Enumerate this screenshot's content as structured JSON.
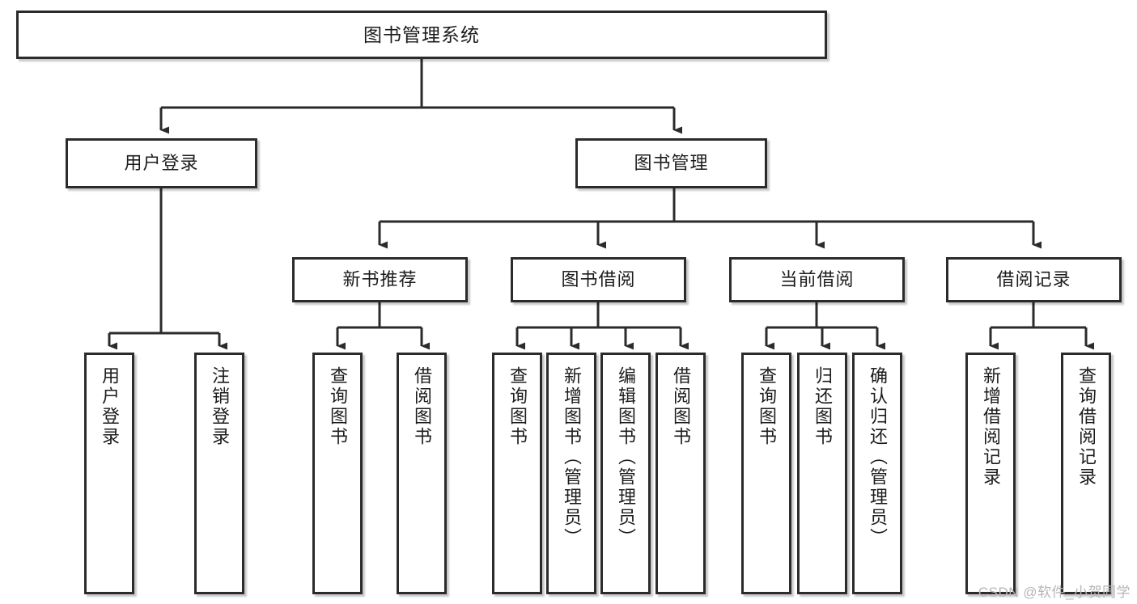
{
  "diagram": {
    "title": "图书管理系统",
    "type": "tree-hierarchy-diagram",
    "colors": {
      "box_border": "#2b2b2b",
      "box_fill": "#ffffff",
      "edge": "#2b2b2b",
      "text": "#1c1c1c",
      "watermark": "#b6b6b6",
      "background": "#ffffff"
    },
    "nodes": {
      "root": {
        "label": "图书管理系统"
      },
      "level2": [
        {
          "label": "用户登录"
        },
        {
          "label": "图书管理"
        }
      ],
      "level3": [
        {
          "label": "新书推荐"
        },
        {
          "label": "图书借阅"
        },
        {
          "label": "当前借阅"
        },
        {
          "label": "借阅记录"
        }
      ],
      "leaves_user_login": [
        {
          "label": "用户登录"
        },
        {
          "label": "注销登录"
        }
      ],
      "leaves_new_book": [
        {
          "label": "查询图书"
        },
        {
          "label": "借阅图书"
        }
      ],
      "leaves_borrow": [
        {
          "label": "查询图书"
        },
        {
          "label": "新增图书（管理员）"
        },
        {
          "label": "编辑图书（管理员）"
        },
        {
          "label": "借阅图书"
        }
      ],
      "leaves_current": [
        {
          "label": "查询图书"
        },
        {
          "label": "归还图书"
        },
        {
          "label": "确认归还（管理员）"
        }
      ],
      "leaves_records": [
        {
          "label": "新增借阅记录"
        },
        {
          "label": "查询借阅记录"
        }
      ]
    },
    "watermark": "CSDN @软件_小贺同学"
  }
}
